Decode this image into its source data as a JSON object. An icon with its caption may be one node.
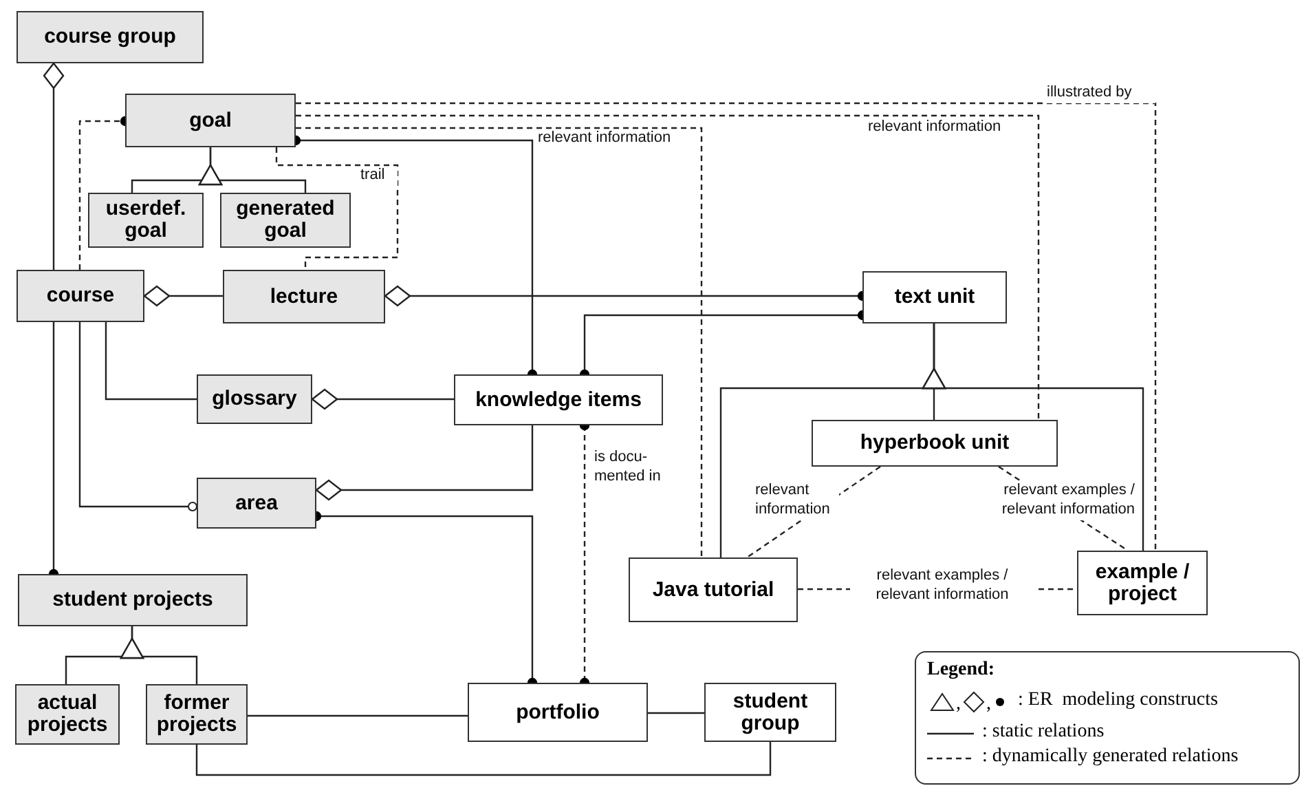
{
  "diagram": {
    "nodes": [
      {
        "text": [
          "course group"
        ]
      },
      {
        "text": [
          "goal"
        ]
      },
      {
        "text": [
          "userdef. goal"
        ]
      },
      {
        "text": [
          "generated goal"
        ]
      },
      {
        "text": [
          "course"
        ]
      },
      {
        "text": [
          "lecture"
        ]
      },
      {
        "text": [
          "text unit"
        ]
      },
      {
        "text": [
          "glossary"
        ]
      },
      {
        "text": [
          "knowledge items"
        ]
      },
      {
        "text": [
          "hyperbook unit"
        ]
      },
      {
        "text": [
          "area"
        ]
      },
      {
        "text": [
          "Java tutorial"
        ]
      },
      {
        "text": [
          "example / project"
        ]
      },
      {
        "text": [
          "student projects"
        ]
      },
      {
        "text": [
          "actual projects"
        ]
      },
      {
        "text": [
          "former projects"
        ]
      },
      {
        "text": [
          "portfolio"
        ]
      },
      {
        "text": [
          "student group"
        ]
      }
    ],
    "edges": [
      {
        "from": 0,
        "to": 4,
        "arrow": "other"
      },
      {
        "from": 4,
        "to": 13,
        "arrow": "other"
      },
      {
        "from": 4,
        "to": 1,
        "arrow": "other",
        "style": "dashed"
      },
      {
        "from": 2,
        "to": 1,
        "arrow": "to"
      },
      {
        "from": 3,
        "to": 1,
        "arrow": "to"
      },
      {
        "from": 4,
        "to": 5,
        "arrow": "other"
      },
      {
        "from": 5,
        "to": 6,
        "arrow": "other"
      },
      {
        "from": 1,
        "to": 8,
        "arrow": "other"
      },
      {
        "from": 6,
        "to": 8,
        "arrow": "other"
      },
      {
        "from": 4,
        "to": 7,
        "arrow": "none"
      },
      {
        "from": 7,
        "to": 8,
        "arrow": "other"
      },
      {
        "from": 4,
        "to": 10,
        "arrow": "other"
      },
      {
        "from": 10,
        "to": 8,
        "arrow": "other"
      },
      {
        "from": 10,
        "to": 16,
        "arrow": "other"
      },
      {
        "from": 8,
        "to": 16,
        "arrow": "other",
        "style": "dashed",
        "label": "is docu- mented in"
      },
      {
        "from": 15,
        "to": 16,
        "arrow": "none"
      },
      {
        "from": 16,
        "to": 17,
        "arrow": "none"
      },
      {
        "from": 15,
        "to": 17,
        "arrow": "none"
      },
      {
        "from": 9,
        "to": 6,
        "arrow": "to"
      },
      {
        "from": 11,
        "to": 6,
        "arrow": "to"
      },
      {
        "from": 12,
        "to": 6,
        "arrow": "to"
      },
      {
        "from": 9,
        "to": 11,
        "arrow": "none",
        "style": "dashed",
        "label": "relevant information"
      },
      {
        "from": 9,
        "to": 12,
        "arrow": "none",
        "style": "dashed",
        "label": "relevant examples / relevant information"
      },
      {
        "from": 11,
        "to": 12,
        "arrow": "none",
        "style": "dashed",
        "label": "relevant examples / relevant information"
      },
      {
        "from": 1,
        "to": 11,
        "arrow": "none",
        "style": "dashed",
        "label": "relevant information"
      },
      {
        "from": 1,
        "to": 9,
        "arrow": "none",
        "style": "dashed",
        "label": "relevant information"
      },
      {
        "from": 1,
        "to": 12,
        "arrow": "none",
        "style": "dashed",
        "label": "illustrated by"
      },
      {
        "from": 1,
        "to": 5,
        "arrow": "none",
        "style": "dashed",
        "label": "trail"
      },
      {
        "from": 14,
        "to": 13,
        "arrow": "to"
      },
      {
        "from": 15,
        "to": 13,
        "arrow": "to"
      }
    ],
    "labels": [
      "Legend:",
      ",",
      ","
    ],
    "legend": [
      {
        "text": ": ER  modeling constructs"
      },
      {
        "text": ": static relations"
      },
      {
        "text": ": dynamically generated relations"
      }
    ]
  }
}
